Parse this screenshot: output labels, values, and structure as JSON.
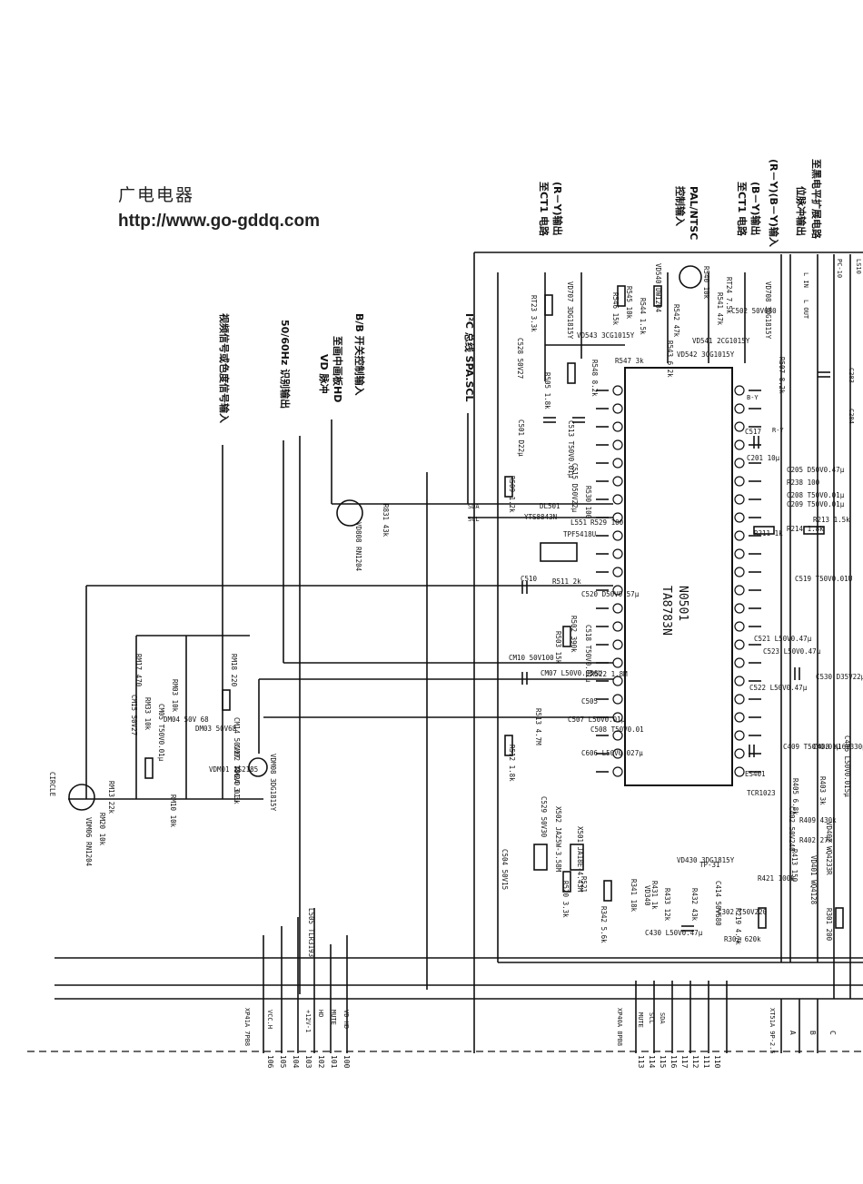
{
  "header": {
    "site_name": "广电电器",
    "url": "http://www.go-gddq.com"
  },
  "signals": [
    {
      "id": "ry-out",
      "text": "(R－Y)输出"
    },
    {
      "id": "ry-out-to",
      "text": "至CT1 电路"
    },
    {
      "id": "palntsc",
      "text": "PAL/NTSC"
    },
    {
      "id": "palntsc-ctl",
      "text": "控制输入"
    },
    {
      "id": "by-out",
      "text": "(B－Y)输出"
    },
    {
      "id": "by-out-to",
      "text": "至CT1 电路"
    },
    {
      "id": "ry-by-in",
      "text": "(R－Y)(B－Y)输入"
    },
    {
      "id": "black-clamp",
      "text": "至黑电平扩展电路"
    },
    {
      "id": "pos-pulse",
      "text": "位脉冲输出"
    },
    {
      "id": "i2c",
      "text": "I²C 总线 SPA.SCL"
    },
    {
      "id": "bb-ctl",
      "text": "B/B 开关控制输入"
    },
    {
      "id": "vd-pulse",
      "text": "至画中画板HD"
    },
    {
      "id": "vd-pulse-b",
      "text": "VD 脉冲"
    },
    {
      "id": "fifty-sixty",
      "text": "50/60Hz 识别输出"
    },
    {
      "id": "video-in",
      "text": "视频信号或色度信号输入"
    }
  ],
  "ic": {
    "ref": "N0501",
    "part": "TA8783N"
  },
  "components": [
    {
      "id": "rt23",
      "text": "RT23 3.3k"
    },
    {
      "id": "c528",
      "text": "C528 50V27"
    },
    {
      "id": "vd707",
      "text": "VD707 3DG1815Y"
    },
    {
      "id": "r545",
      "text": "R545 10k"
    },
    {
      "id": "r546",
      "text": "R546 15k"
    },
    {
      "id": "r544",
      "text": "R544 1.5k"
    },
    {
      "id": "r542",
      "text": "R542 47k"
    },
    {
      "id": "r541",
      "text": "R541 47k"
    },
    {
      "id": "vd540",
      "text": "VD540 DW1204"
    },
    {
      "id": "r540",
      "text": "R540 10k"
    },
    {
      "id": "rt24",
      "text": "RT24 7.5k"
    },
    {
      "id": "vd708",
      "text": "VD708 3DG1815Y"
    },
    {
      "id": "c502",
      "text": "C502 50V680"
    },
    {
      "id": "vd543",
      "text": "VD543 3CG1015Y"
    },
    {
      "id": "vd541",
      "text": "VD541 2CG1015Y"
    },
    {
      "id": "vd542",
      "text": "VD542 3CG1015Y"
    },
    {
      "id": "r547",
      "text": "R547 3k"
    },
    {
      "id": "r548",
      "text": "R548 8.2k"
    },
    {
      "id": "r505",
      "text": "R505 1.8k"
    },
    {
      "id": "r543",
      "text": "R543 6.2k"
    },
    {
      "id": "r507",
      "text": "R507 8.2k"
    },
    {
      "id": "c501",
      "text": "C501 D22μ"
    },
    {
      "id": "c513",
      "text": "C513 T50V0.01μ"
    },
    {
      "id": "c515",
      "text": "C515 D50V22μ"
    },
    {
      "id": "r509",
      "text": "R509 1.2k"
    },
    {
      "id": "r530",
      "text": "R530 100"
    },
    {
      "id": "dl501",
      "text": "DL501"
    },
    {
      "id": "l551",
      "text": "L551"
    },
    {
      "id": "r529",
      "text": "R529 100"
    },
    {
      "id": "yts",
      "text": "YTS8843N"
    },
    {
      "id": "tpf",
      "text": "TPF5418U"
    },
    {
      "id": "c510",
      "text": "C510"
    },
    {
      "id": "r511",
      "text": "R511 2k"
    },
    {
      "id": "c520",
      "text": "C520 D50V0.57μ"
    },
    {
      "id": "r502",
      "text": "R502 390k"
    },
    {
      "id": "c518",
      "text": "C518 T50V0.01μ"
    },
    {
      "id": "r503",
      "text": "R503 15k"
    },
    {
      "id": "cm10",
      "text": "CM10 50V100"
    },
    {
      "id": "cm07",
      "text": "CM07 L50V0.056U"
    },
    {
      "id": "r522",
      "text": "R522 1.8M"
    },
    {
      "id": "c505",
      "text": "C505"
    },
    {
      "id": "c507",
      "text": "C507 L50V0.01μ"
    },
    {
      "id": "c508",
      "text": "C508 T50V0.01"
    },
    {
      "id": "r512",
      "text": "R512 1.8k"
    },
    {
      "id": "r513",
      "text": "R513 4.7M"
    },
    {
      "id": "c606",
      "text": "C606 L50V0.027μ"
    },
    {
      "id": "c529",
      "text": "C529 50V30"
    },
    {
      "id": "x502",
      "text": "X502 JA25W-3.58M"
    },
    {
      "id": "x501",
      "text": "X501 JA18E-4.43M"
    },
    {
      "id": "c504",
      "text": "C504 50V15"
    },
    {
      "id": "r520",
      "text": "R520 3.3k"
    },
    {
      "id": "r521",
      "text": "R521"
    },
    {
      "id": "c517",
      "text": "C517"
    },
    {
      "id": "c201",
      "text": "C201 10μ"
    },
    {
      "id": "c205",
      "text": "C205 D50V0.47μ"
    },
    {
      "id": "r238",
      "text": "R238 100"
    },
    {
      "id": "c208",
      "text": "C208 T50V0.01μ"
    },
    {
      "id": "c209",
      "text": "C209 T50V0.01μ"
    },
    {
      "id": "r214",
      "text": "R214 1.8k"
    },
    {
      "id": "r213",
      "text": "R213 1.5k"
    },
    {
      "id": "r211",
      "text": "R211 1k"
    },
    {
      "id": "c519",
      "text": "C519 T50V0.01U"
    },
    {
      "id": "c521",
      "text": "C521 L50V0.47μ"
    },
    {
      "id": "c523",
      "text": "C523 L50V0.47μ"
    },
    {
      "id": "c522",
      "text": "C522 L50V0.47μ"
    },
    {
      "id": "c530",
      "text": "C530 D35V22μ"
    },
    {
      "id": "c409",
      "text": "C409 T50V0.01μ"
    },
    {
      "id": "c408",
      "text": "C408 X16V330μ"
    },
    {
      "id": "c406",
      "text": "C406 L50V0.015μ"
    },
    {
      "id": "es401",
      "text": "ES401"
    },
    {
      "id": "tcr1023",
      "text": "TCR1023"
    },
    {
      "id": "r405",
      "text": "R405 6.8k"
    },
    {
      "id": "r403",
      "text": "R403 3k"
    },
    {
      "id": "c402",
      "text": "C402 50V240"
    },
    {
      "id": "r409",
      "text": "R409 430k"
    },
    {
      "id": "r402",
      "text": "R402 27k"
    },
    {
      "id": "vd402",
      "text": "VD402 WQ4233R"
    },
    {
      "id": "vd401",
      "text": "VD401 WQ4128"
    },
    {
      "id": "r413",
      "text": "R413 150"
    },
    {
      "id": "r421",
      "text": "R421 100k"
    },
    {
      "id": "vd430",
      "text": "VD430 3DG1815Y"
    },
    {
      "id": "tp31",
      "text": "TP-31"
    },
    {
      "id": "c414",
      "text": "C414 50V680"
    },
    {
      "id": "c302",
      "text": "C302 T50V220"
    },
    {
      "id": "r219",
      "text": "R219 4.7k"
    },
    {
      "id": "r302",
      "text": "R302 620k"
    },
    {
      "id": "c430",
      "text": "C430 L50V0.47μ"
    },
    {
      "id": "r342",
      "text": "R342 5.6k"
    },
    {
      "id": "r341",
      "text": "R341 18k"
    },
    {
      "id": "vd340",
      "text": "VD340"
    },
    {
      "id": "r431",
      "text": "R431 1k"
    },
    {
      "id": "r433",
      "text": "R433 12k"
    },
    {
      "id": "r432",
      "text": "R432 43k"
    },
    {
      "id": "r301",
      "text": "R301 200"
    },
    {
      "id": "r831",
      "text": "R831 43k"
    },
    {
      "id": "vd808",
      "text": "VD808 RN1204"
    },
    {
      "id": "rm18",
      "text": "RM18 220"
    },
    {
      "id": "rm17",
      "text": "RM17 470"
    },
    {
      "id": "cm15",
      "text": "CM15 50V27"
    },
    {
      "id": "rm33",
      "text": "RM33 10k"
    },
    {
      "id": "cm05",
      "text": "CM05 T50V0.01μ"
    },
    {
      "id": "rm03",
      "text": "RM03 10k"
    },
    {
      "id": "dm04",
      "text": "DM04 50V 68"
    },
    {
      "id": "dm03",
      "text": "DM03 50V68"
    },
    {
      "id": "cm14",
      "text": "CM14 50V27"
    },
    {
      "id": "cm02",
      "text": "CM02 T50V0.01μ"
    },
    {
      "id": "vdm01",
      "text": "VDM01 1S2185"
    },
    {
      "id": "rm24",
      "text": "RM24 3.3k"
    },
    {
      "id": "vdm08",
      "text": "VDM08 3DG1815Y"
    },
    {
      "id": "rm10",
      "text": "RM10 10k"
    },
    {
      "id": "rm20",
      "text": "RM20 10k"
    },
    {
      "id": "rm13",
      "text": "RM13 22k"
    },
    {
      "id": "vdm06",
      "text": "VDM06 RN1204"
    },
    {
      "id": "circle",
      "text": "CIRCLE"
    },
    {
      "id": "l505",
      "text": "L505 TLR3193"
    }
  ],
  "connectors": {
    "left": {
      "id": "XP41A 7PB8",
      "pins": [
        "106",
        "105",
        "104",
        "103",
        "102",
        "101",
        "100"
      ],
      "labels": [
        "VCC.H",
        "",
        "",
        "+12V-1",
        "HD",
        "MUTE",
        "VD HD"
      ]
    },
    "middle": {
      "id": "XP40A 8PB8",
      "pins": [
        "113",
        "114",
        "115",
        "116",
        "117",
        "112",
        "111",
        "110"
      ],
      "labels": [
        "MUTE",
        "SCL",
        "SDA",
        "",
        "",
        "",
        "",
        ""
      ]
    },
    "right": {
      "id": "XT51A 9P-2.5",
      "labels": [
        "A",
        "B",
        "C"
      ]
    }
  },
  "pin_labels": [
    "L IN",
    "L OUT",
    "PC-10",
    "C203",
    "C204",
    "B-Y",
    "R-Y",
    "SDA",
    "SCL",
    "LS10"
  ]
}
